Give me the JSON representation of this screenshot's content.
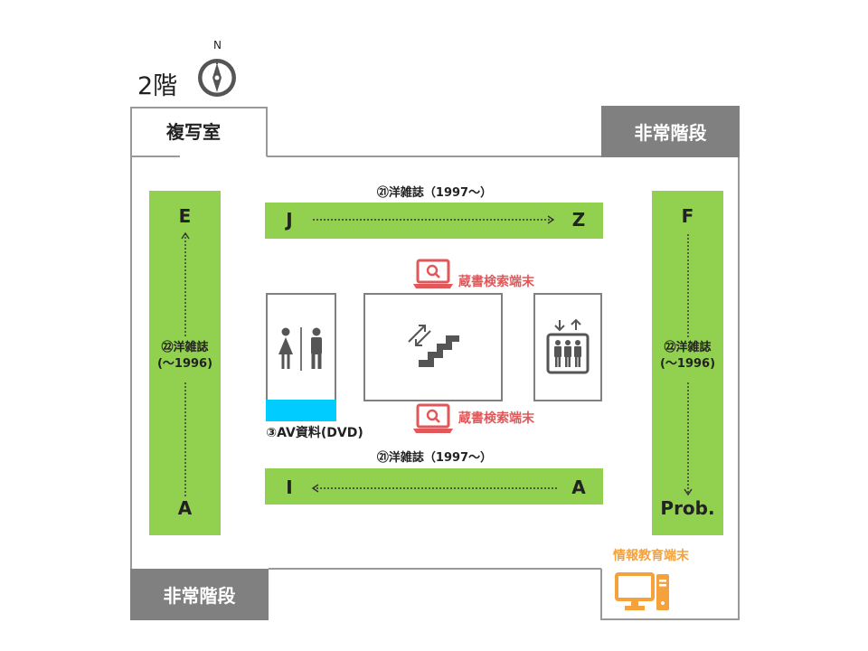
{
  "floor": {
    "label": "2階",
    "compass_n": "N"
  },
  "rooms": {
    "copy_room": "複写室",
    "emergency_stairs_top": "非常階段",
    "emergency_stairs_bottom": "非常階段"
  },
  "shelves": {
    "left": {
      "top_letter": "E",
      "bottom_letter": "A",
      "label_line1": "㉒洋雑誌",
      "label_line2": "(～1996)"
    },
    "right": {
      "top_letter": "F",
      "bottom_letter": "Prob.",
      "label_line1": "㉒洋雑誌",
      "label_line2": "(～1996)"
    },
    "top_row": {
      "caption": "㉑洋雑誌（1997～）",
      "start_letter": "J",
      "end_letter": "Z"
    },
    "bottom_row": {
      "caption": "㉑洋雑誌（1997～）",
      "start_letter": "I",
      "end_letter": "A"
    }
  },
  "terminals": {
    "catalog_top": "蔵書検索端末",
    "catalog_bottom": "蔵書検索端末",
    "info_edu": "情報教育端末"
  },
  "av": {
    "label": "③AV資料(DVD)"
  },
  "colors": {
    "shelf_green": "#92d050",
    "stairs_gray": "#808080",
    "catalog_red": "#e0585a",
    "info_orange": "#f5a23c",
    "av_blue": "#00ccff"
  },
  "icons": [
    "compass-icon",
    "restroom-icon",
    "stairs-icon",
    "elevator-icon",
    "laptop-search-icon",
    "desktop-computer-icon"
  ]
}
